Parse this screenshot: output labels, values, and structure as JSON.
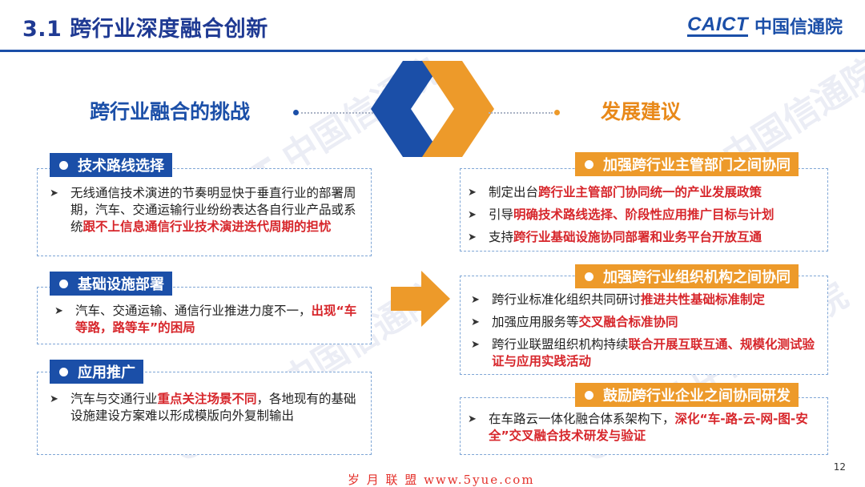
{
  "header": {
    "title": "3.1 跨行业深度融合创新",
    "logo_en": "CAICT",
    "logo_cn": "中国信通院"
  },
  "watermark_text": "CAICT 中国信通院",
  "left": {
    "heading": "跨行业融合的挑战",
    "sections": [
      {
        "tag": "技术路线选择",
        "items": [
          [
            {
              "t": "无线通信技术演进的节奏明显快于垂直行业的部署周期，汽车、交通运输行业纷纷表达各自行业产品或系统",
              "h": false
            },
            {
              "t": "跟不上信息通信行业技术演进迭代周期的担忧",
              "h": true
            }
          ]
        ]
      },
      {
        "tag": "基础设施部署",
        "items": [
          [
            {
              "t": "汽车、交通运输、通信行业推进力度不一，",
              "h": false
            },
            {
              "t": "出现“车等路，路等车”的困局",
              "h": true
            }
          ]
        ]
      },
      {
        "tag": "应用推广",
        "items": [
          [
            {
              "t": "汽车与交通行业",
              "h": false
            },
            {
              "t": "重点关注场景不同",
              "h": true
            },
            {
              "t": "，各地现有的基础设施建设方案难以形成模版向外复制输出",
              "h": false
            }
          ]
        ]
      }
    ]
  },
  "right": {
    "heading": "发展建议",
    "sections": [
      {
        "tag": "加强跨行业主管部门之间协同",
        "items": [
          [
            {
              "t": "制定出台",
              "h": false
            },
            {
              "t": "跨行业主管部门协同统一的产业发展政策",
              "h": true
            }
          ],
          [
            {
              "t": "引导",
              "h": false
            },
            {
              "t": "明确技术路线选择、阶段性应用推广目标与计划",
              "h": true
            }
          ],
          [
            {
              "t": "支持",
              "h": false
            },
            {
              "t": "跨行业基础设施协同部署和业务平台开放互通",
              "h": true
            }
          ]
        ]
      },
      {
        "tag": "加强跨行业组织机构之间协同",
        "items": [
          [
            {
              "t": "跨行业标准化组织共同研讨",
              "h": false
            },
            {
              "t": "推进共性基础标准制定",
              "h": true
            }
          ],
          [
            {
              "t": "加强应用服务等",
              "h": false
            },
            {
              "t": "交叉融合标准协同",
              "h": true
            }
          ],
          [
            {
              "t": "跨行业联盟组织机构持续",
              "h": false
            },
            {
              "t": "联合开展互联互通、规模化测试验证与应用实践活动",
              "h": true
            }
          ]
        ]
      },
      {
        "tag": "鼓励跨行业企业之间协同研发",
        "items": [
          [
            {
              "t": "在车路云一体化融合体系架构下，",
              "h": false
            },
            {
              "t": "深化“车-路-云-网-图-安全”交叉融合技术研发与验证",
              "h": true
            }
          ]
        ]
      }
    ]
  },
  "colors": {
    "primary_blue": "#1b4fa8",
    "accent_orange": "#ed9a2a",
    "highlight_red": "#d7262b"
  },
  "page_number": "12",
  "footer_watermark": "岁 月 联 盟  www.5yue.com"
}
